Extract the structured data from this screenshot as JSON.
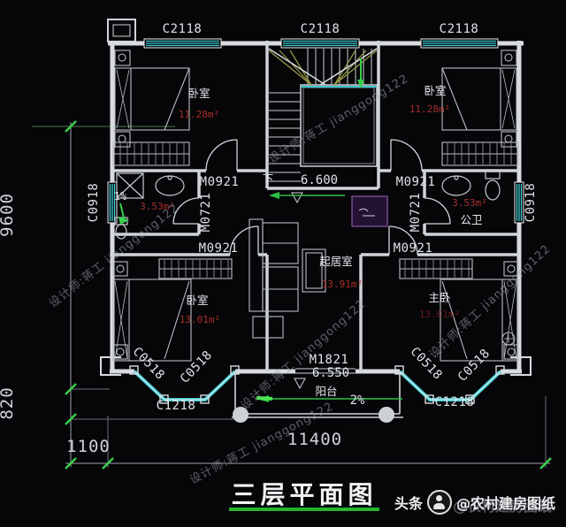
{
  "title": {
    "text": "三层平面图"
  },
  "footer": {
    "platform": "头条",
    "account": "@农村建房图纸"
  },
  "watermark": {
    "text": "设计师:蒋工 jianggong122"
  },
  "dims": {
    "depth_total": "9600",
    "balcony_depth": "820",
    "offset_left": "1100",
    "width_total": "11400"
  },
  "stairs": {
    "down": "下",
    "level": "6.600"
  },
  "balcony": {
    "name": "阳台",
    "level": "6.550",
    "slope": "2%"
  },
  "windows": {
    "c2118_a": "C2118",
    "c2118_b": "C2118",
    "c2118_c": "C2118",
    "c0918_left": "C0918",
    "c0918_right": "C0918",
    "c0518_la": "C0518",
    "c0518_lb": "C0518",
    "c0518_ra": "C0518",
    "c0518_rb": "C0518",
    "c1218_left": "C1218",
    "c1218_right": "C1218"
  },
  "doors": {
    "m0921_tl": "M0921",
    "m0921_tr": "M0921",
    "m0921_bl": "M0921",
    "m0921_br": "M0921",
    "m0721_left": "M0721",
    "m0721_right": "M0721",
    "m1821_balcony": "M1821"
  },
  "rooms": {
    "bedroom_tl": {
      "name": "卧室",
      "area": "11.28m²"
    },
    "bedroom_tr": {
      "name": "卧室",
      "area": "11.28m²"
    },
    "bath_left": {
      "area": "3.53m²",
      "slope": "1%"
    },
    "bath_right": {
      "name": "公卫",
      "area": "3.53m²"
    },
    "living": {
      "name": "起居室",
      "area": "13.91m²"
    },
    "bedroom_bl": {
      "name": "卧室",
      "area": "13.01m²"
    },
    "bedroom_br": {
      "name": "主卧",
      "area": "13.01m²"
    }
  }
}
